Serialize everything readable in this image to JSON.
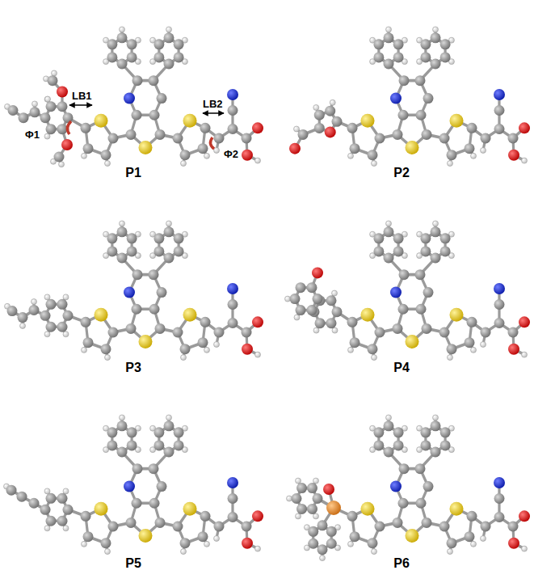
{
  "diagram": {
    "labels": [
      "LB1",
      "Φ1",
      "LB2",
      "Φ2",
      "P1",
      "P2",
      "P3",
      "P4",
      "P5",
      "P6"
    ]
  }
}
